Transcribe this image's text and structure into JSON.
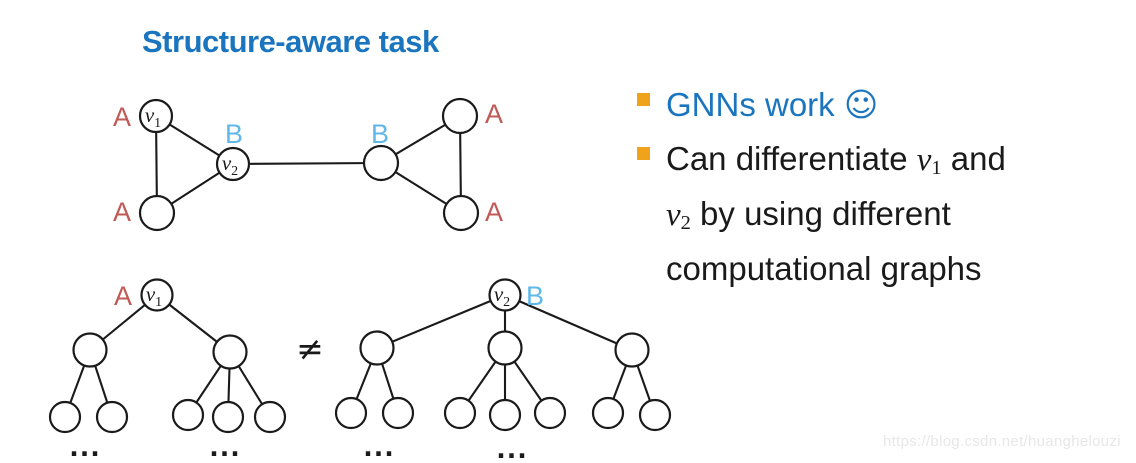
{
  "title": "Structure-aware task",
  "labels": {
    "a": "A",
    "b": "B",
    "v1": {
      "base": "v",
      "sub": "1"
    },
    "v2": {
      "base": "v",
      "sub": "2"
    },
    "not_equal": "≠",
    "ellipsis": "..."
  },
  "bullets": {
    "first": {
      "text": "GNNs work ",
      "smiley": "☺"
    },
    "second": {
      "line1_pre": "Can differentiate ",
      "line1_post": " and",
      "line2_post": " by using different",
      "line3": "computational graphs"
    }
  },
  "watermark": "https://blog.csdn.net/huanghelouzi",
  "colors": {
    "title_blue": "#1B75BE",
    "bullet_text_blue": "#1B75BE",
    "bullet_marker_orange": "#EFA31D",
    "label_a_red": "#C05A56",
    "label_b_blue": "#5FB8E8",
    "ink": "#1A1A1A",
    "watermark_gray": "#E7E7E7"
  }
}
